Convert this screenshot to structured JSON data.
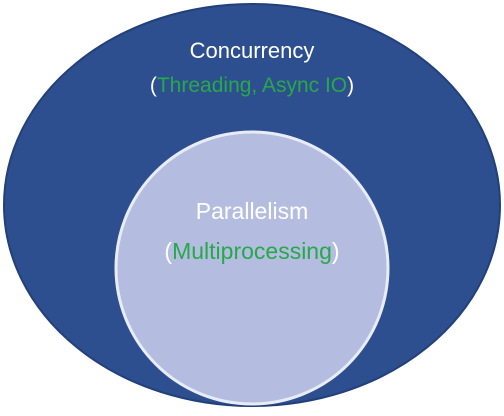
{
  "diagram": {
    "outer": {
      "title": "Concurrency",
      "open_paren": "(",
      "subtitle": "Threading, Async IO",
      "close_paren": ")"
    },
    "inner": {
      "title": "Parallelism",
      "open_paren": "(",
      "subtitle": "Multiprocessing",
      "close_paren": ")"
    }
  },
  "colors": {
    "outer_fill": "#2d4f8f",
    "outer_stroke": "#22407a",
    "inner_fill": "#b4bde0",
    "inner_stroke": "#e8ecf7",
    "title_text": "#ffffff",
    "highlight_text": "#27a84a"
  }
}
